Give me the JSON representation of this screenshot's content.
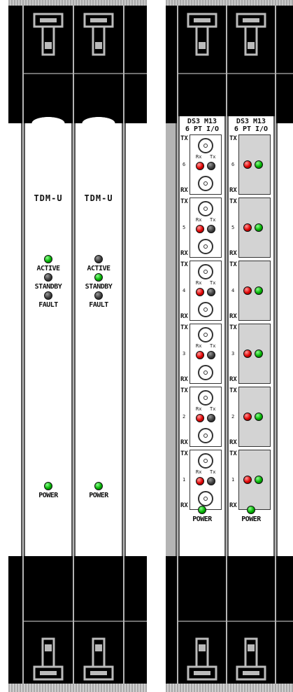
{
  "tdm_cards": [
    {
      "title": "TDM-U",
      "active_label": "ACTIVE",
      "standby_label": "STANDBY",
      "fault_label": "FAULT",
      "power_label": "POWER",
      "active_led": "green",
      "standby_led": "gray",
      "fault_led": "gray",
      "power_led": "green"
    },
    {
      "title": "TDM-U",
      "active_label": "ACTIVE",
      "standby_label": "STANDBY",
      "fault_label": "FAULT",
      "power_label": "POWER",
      "active_led": "gray",
      "standby_led": "green",
      "fault_led": "gray",
      "power_led": "green"
    }
  ],
  "ds3_cards": [
    {
      "header_line1": "DS3 M13",
      "header_line2": "6 PT I/O",
      "power_label": "POWER",
      "power_led": "green",
      "ports": [
        {
          "num": "6"
        },
        {
          "num": "5"
        },
        {
          "num": "4"
        },
        {
          "num": "3"
        },
        {
          "num": "2"
        },
        {
          "num": "1"
        }
      ],
      "tx_label": "TX",
      "rx_label": "RX",
      "rx_small": "Rx",
      "tx_small": "Tx"
    },
    {
      "header_line1": "DS3 M13",
      "header_line2": "6 PT I/O",
      "power_label": "POWER",
      "power_led": "green",
      "ports": [
        {
          "num": "6"
        },
        {
          "num": "5"
        },
        {
          "num": "4"
        },
        {
          "num": "3"
        },
        {
          "num": "2"
        },
        {
          "num": "1"
        }
      ],
      "tx_label": "TX",
      "rx_label": "RX"
    }
  ],
  "colors": {
    "led_green": "#00b000",
    "led_red": "#e00000",
    "led_gray": "#3d3d3d",
    "panel": "#ffffff",
    "chassis": "#000000"
  },
  "icons": [
    "card-ejector-icon",
    "bnc-connector-icon"
  ]
}
